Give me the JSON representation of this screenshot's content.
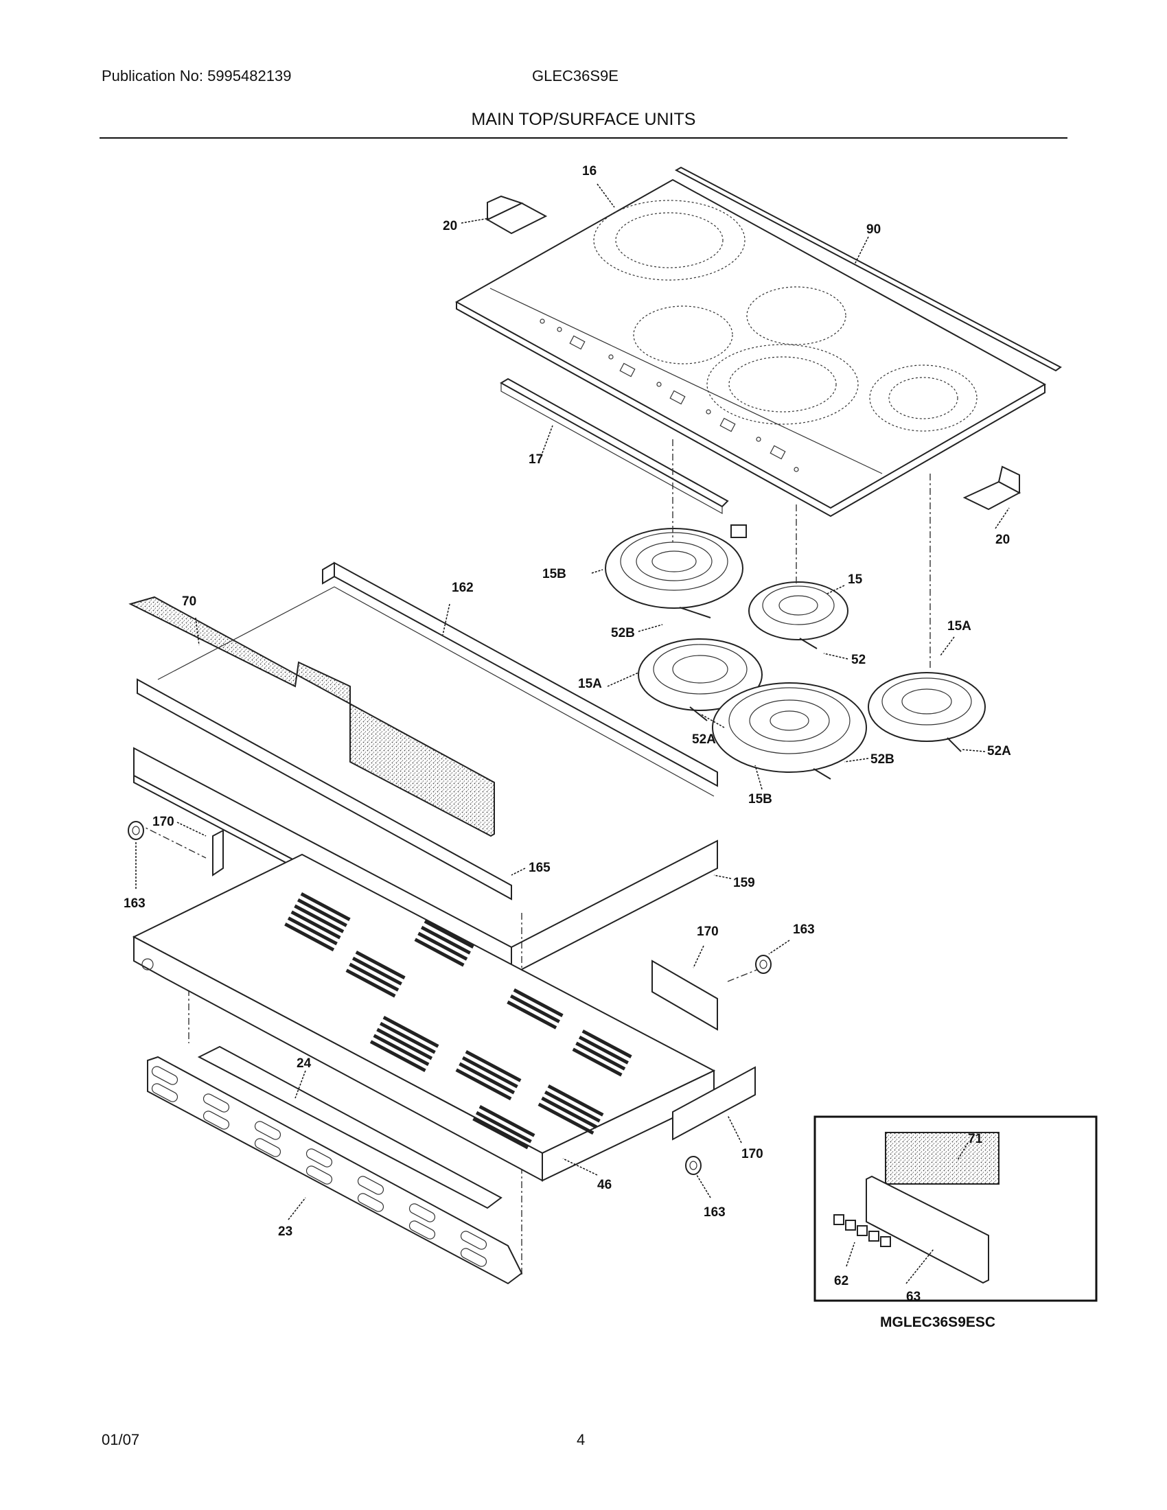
{
  "header": {
    "publication": "Publication No: 5995482139",
    "model": "GLEC36S9E",
    "section_title": "MAIN TOP/SURFACE UNITS"
  },
  "callouts": {
    "c16": "16",
    "c90": "90",
    "c20a": "20",
    "c20b": "20",
    "c17": "17",
    "c15B_1": "15B",
    "c15": "15",
    "c15A_1": "15A",
    "c15A_2": "15A",
    "c52B_1": "52B",
    "c52": "52",
    "c52A_1": "52A",
    "c52A_2": "52A",
    "c52B_2": "52B",
    "c15B_2": "15B",
    "c70": "70",
    "c162": "162",
    "c170_1": "170",
    "c163_1": "163",
    "c165": "165",
    "c159": "159",
    "c170_2": "170",
    "c163_2": "163",
    "c24": "24",
    "c46": "46",
    "c23": "23",
    "c170_3": "170",
    "c163_3": "163",
    "c71": "71",
    "c62": "62",
    "c63": "63"
  },
  "inset": {
    "code": "MGLEC36S9ESC"
  },
  "footer": {
    "date": "01/07",
    "page": "4"
  }
}
